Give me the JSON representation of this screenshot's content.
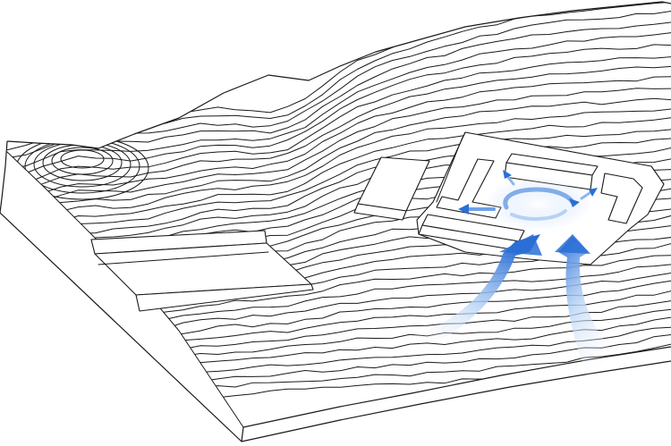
{
  "diagram": {
    "kind": "site-wind-flow-axonometric",
    "colors": {
      "line": "#1a1a1a",
      "background": "#ffffff",
      "wind_dark": "#2a6fd6",
      "wind_light": "#bcd6f6"
    },
    "icons": [
      "wind-flow-arrow",
      "circulation-arrow"
    ]
  }
}
